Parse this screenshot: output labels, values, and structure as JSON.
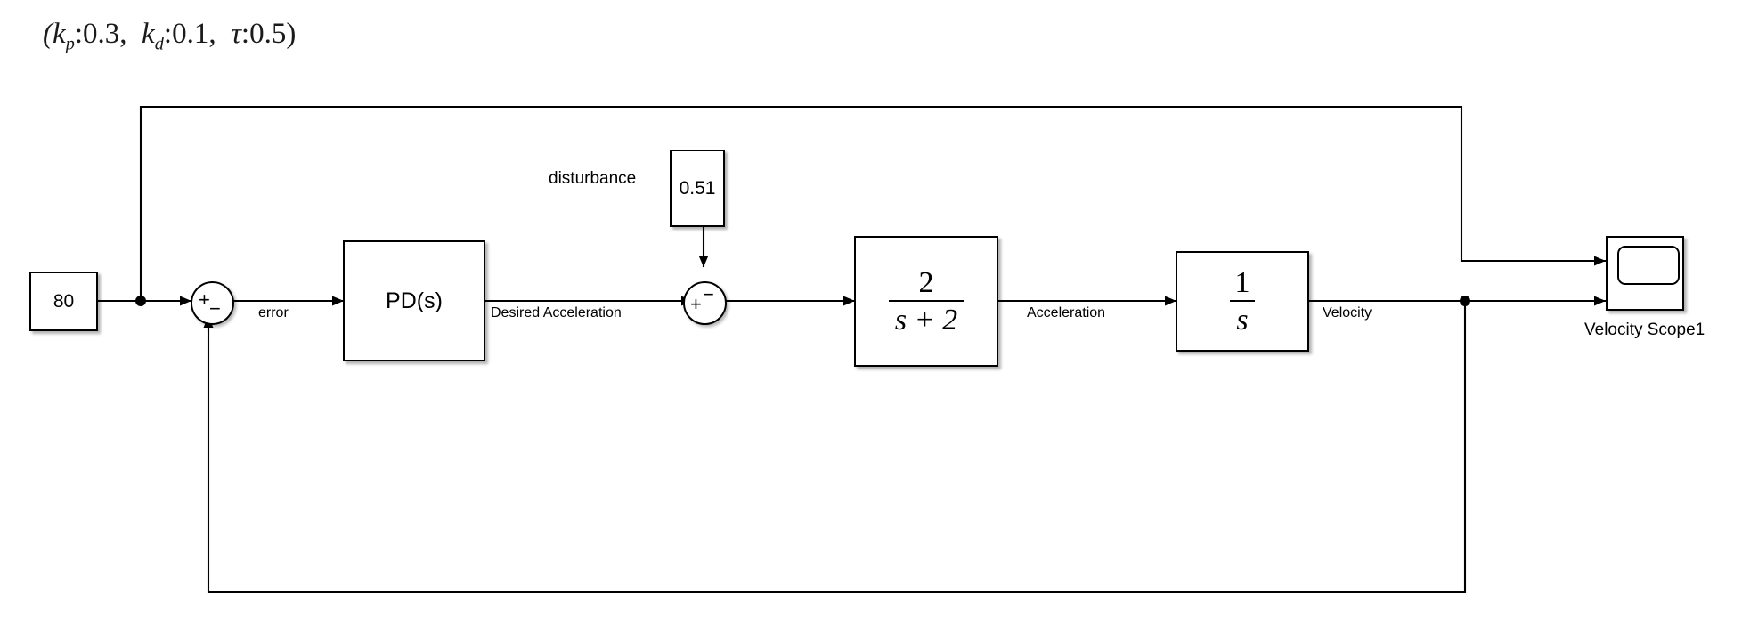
{
  "diagram": {
    "title": {
      "full": "(k_p:0.3, k_d:0.1, τ:0.5)",
      "open_paren": "(",
      "kp_symbol": "k",
      "kp_sub": "p",
      "kp_sep": ":",
      "kp_value": "0.3",
      "comma1": ",",
      "kd_symbol": "k",
      "kd_sub": "d",
      "kd_sep": ":",
      "kd_value": "0.1",
      "comma2": ",",
      "tau_symbol": "τ",
      "tau_sep": ":",
      "tau_value": "0.5",
      "close_paren": ")"
    },
    "blocks": {
      "reference_constant": {
        "label": "80",
        "name": "reference-constant"
      },
      "sum_error": {
        "name": "sum-error",
        "sign_top": "+",
        "sign_bottom": "−"
      },
      "controller": {
        "label": "PD(s)",
        "name": "pd-controller"
      },
      "disturbance_label": "disturbance",
      "disturbance_constant": {
        "label": "0.51",
        "name": "disturbance-constant"
      },
      "sum_plant": {
        "name": "sum-plant",
        "sign_left": "+",
        "sign_top": "−"
      },
      "plant": {
        "numerator": "2",
        "denominator": "s + 2",
        "name": "plant-transfer-function"
      },
      "integrator": {
        "numerator": "1",
        "denominator": "s",
        "name": "integrator"
      },
      "scope": {
        "label": "Velocity Scope1",
        "name": "velocity-scope"
      }
    },
    "signals": {
      "error": "error",
      "desired_acceleration": "Desired Acceleration",
      "acceleration": "Acceleration",
      "velocity": "Velocity"
    },
    "colors": {
      "line": "#000000",
      "background": "#ffffff",
      "block_fill": "#ffffff"
    }
  }
}
